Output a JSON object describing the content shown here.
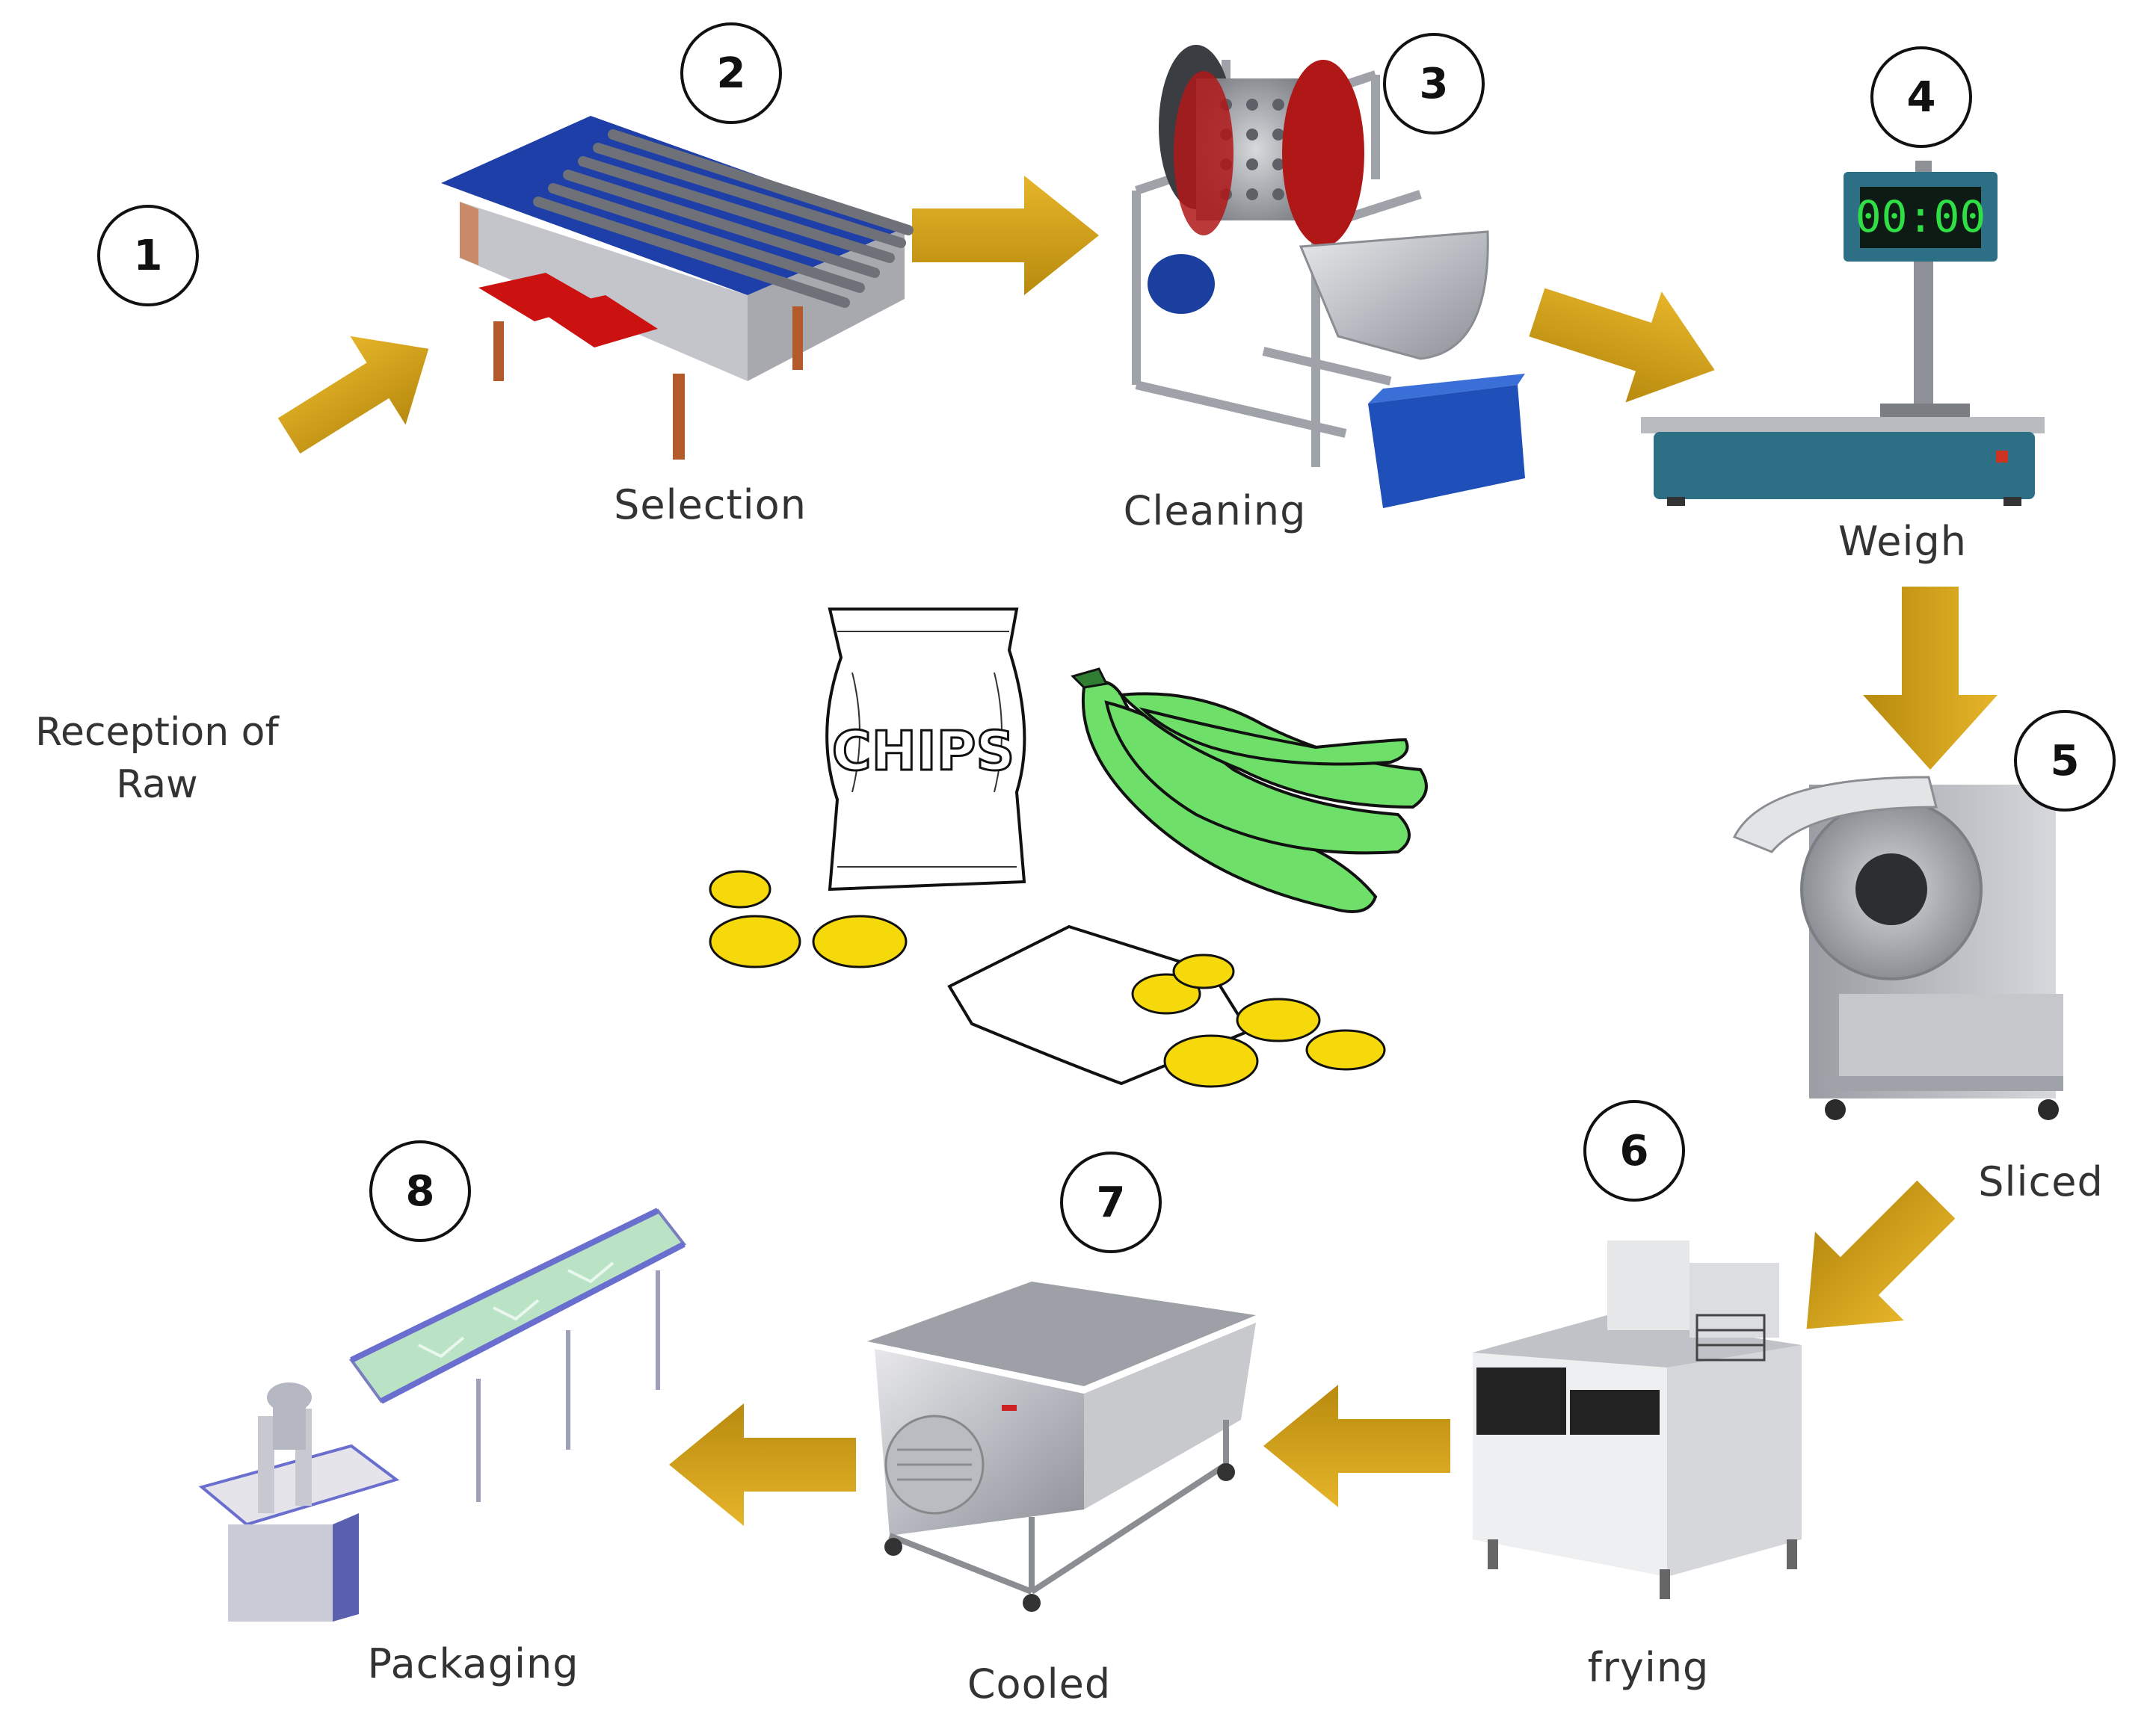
{
  "steps": [
    {
      "number": "1",
      "label": "Reception of Raw"
    },
    {
      "number": "2",
      "label": "Selection"
    },
    {
      "number": "3",
      "label": "Cleaning"
    },
    {
      "number": "4",
      "label": "Weigh"
    },
    {
      "number": "5",
      "label": "Sliced"
    },
    {
      "number": "6",
      "label": "frying"
    },
    {
      "number": "7",
      "label": "Cooled"
    },
    {
      "number": "8",
      "label": "Packaging"
    }
  ],
  "weigh_display": "00:00",
  "chips_bag_text": "CHIPS",
  "colors": {
    "arrow": "#d4a017",
    "banana": "#6ee06a",
    "chip": "#f5d90a",
    "selection_top": "#1f3fa8",
    "selection_trough": "#cc1111",
    "cleaning_drum": "#b01818",
    "cleaning_bin": "#1f4fb8",
    "scale_body": "#2d6f85",
    "conveyor_belt": "#b9e3c4"
  },
  "icons": [
    "selection-table-icon",
    "drum-washer-icon",
    "digital-scale-icon",
    "slicer-machine-icon",
    "deep-fryer-icon",
    "cooling-tank-icon",
    "conveyor-packaging-icon",
    "chips-bag-icon",
    "plantain-bunch-icon"
  ]
}
